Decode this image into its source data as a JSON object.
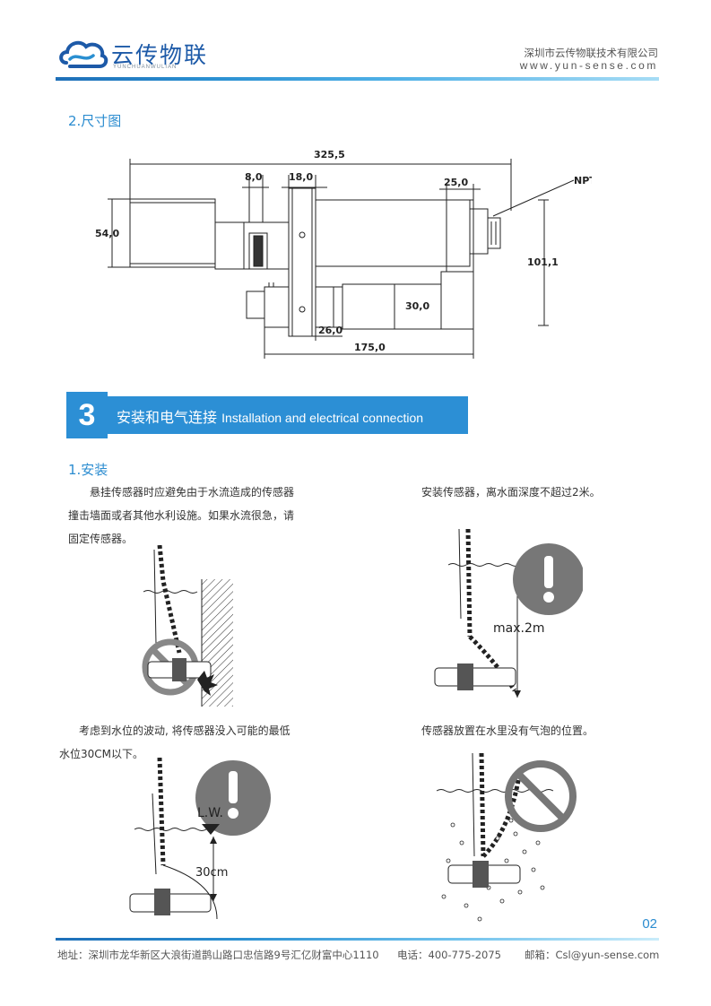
{
  "header": {
    "logo_text": "云传物联",
    "logo_sub": "YUNCHUANWULIAN",
    "company": "深圳市云传物联技术有限公司",
    "website": "www.yun-sense.com"
  },
  "section2": {
    "title": "2.尺寸图",
    "dims": {
      "total_length": "325,5",
      "d8": "8,0",
      "d18": "18,0",
      "d25": "25,0",
      "npt": "NPT¾",
      "d54": "54,0",
      "d101": "101,1",
      "d30": "30,0",
      "d26": "26,0",
      "d175": "175,0"
    }
  },
  "section3": {
    "number": "3",
    "title_cn": "安装和电气连接",
    "title_en": "Installation and electrical connection"
  },
  "install": {
    "title": "1.安装",
    "p1": [
      "悬挂传感器时应避免由于水流造成的传感器",
      "撞击墙面或者其他水利设施。如果水流很急，请",
      "固定传感器。"
    ],
    "p2": "安装传感器，离水面深度不超过2米。",
    "p3": [
      "考虑到水位的波动, 将传感器没入可能的最低",
      "水位30CM以下。"
    ],
    "p4": "传感器放置在水里没有气泡的位置。",
    "max_label": "max.2m",
    "lw_label": "L.W.",
    "cm_label": "30cm"
  },
  "footer": {
    "page": "02",
    "address": "地址：深圳市龙华新区大浪街道鹊山路口忠信路9号汇亿财富中心1110",
    "phone": "电话：400-775-2075",
    "email": "邮箱：Csl@yun-sense.com"
  }
}
